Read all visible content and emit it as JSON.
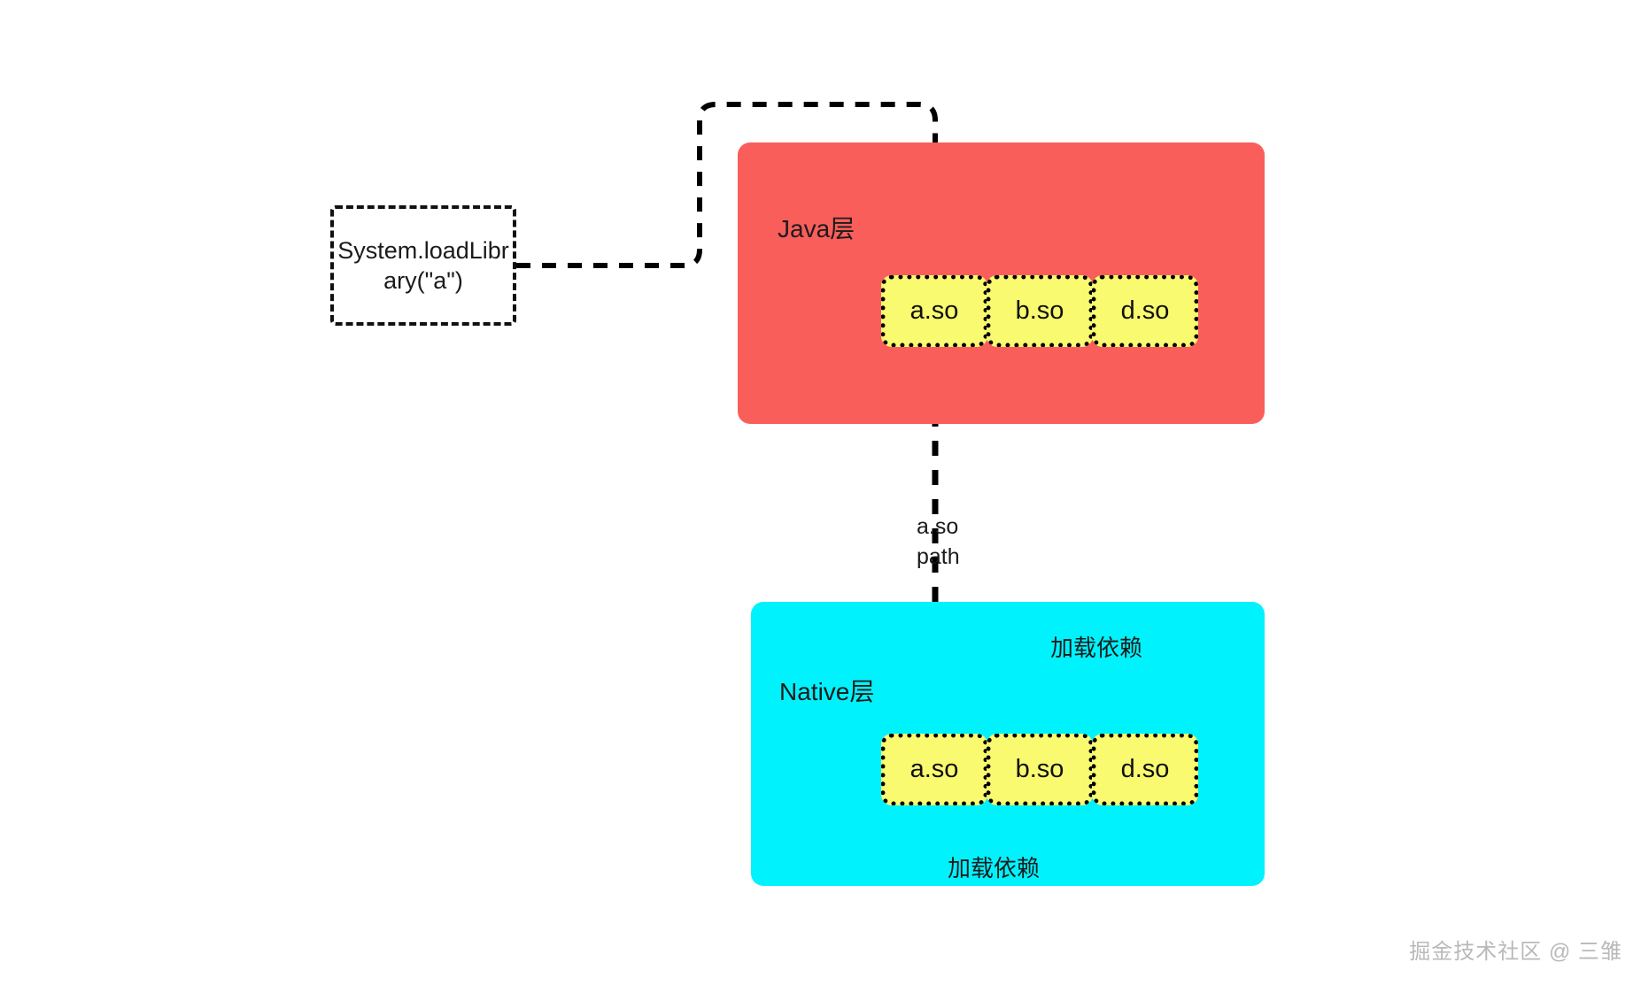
{
  "diagram": {
    "title_note": {
      "text": "System.loadLibrary(\"a\")"
    },
    "layers": [
      {
        "id": "java",
        "title": "Java层",
        "color": "#fa5e5b",
        "modules": [
          "a.so",
          "b.so",
          "d.so"
        ]
      },
      {
        "id": "native",
        "title": "Native层",
        "color": "#00f2fd",
        "modules": [
          "a.so",
          "b.so",
          "d.so"
        ]
      }
    ],
    "edge_labels": {
      "so_path": "a.so\npath",
      "so_path_line1": "a.so",
      "so_path_line2": "path",
      "dependency_top": "加载依赖",
      "dependency_bottom": "加载依赖"
    },
    "module_box_color": "#fafa71",
    "line_color": "#000000",
    "watermark": "掘金技术社区 @ 三雏"
  }
}
